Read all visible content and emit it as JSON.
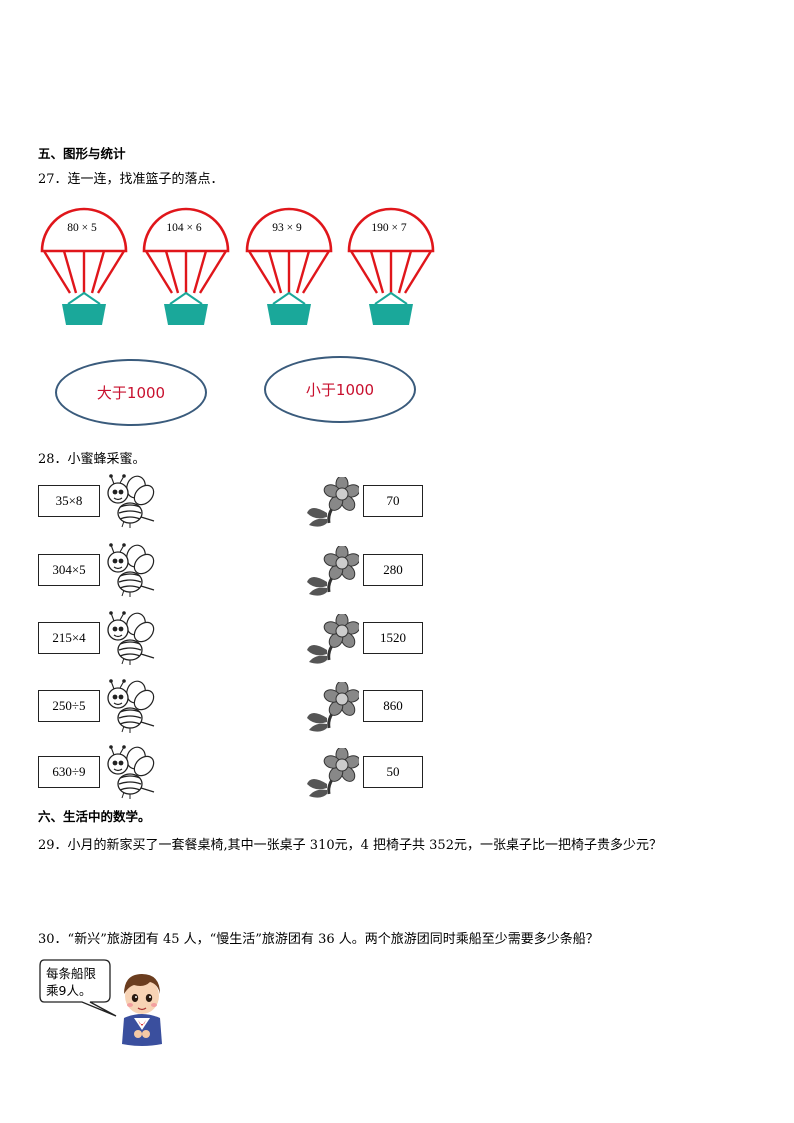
{
  "section5": {
    "title": "五、图形与统计"
  },
  "q27": {
    "text": "27．连一连，找准篮子的落点．",
    "parachutes": [
      "80 × 5",
      "104 × 6",
      "93 × 9",
      "190 × 7"
    ],
    "ovals": [
      "大于1000",
      "小于1000"
    ]
  },
  "q28": {
    "text": "28．小蜜蜂采蜜。",
    "bees": [
      "35×8",
      "304×5",
      "215×4",
      "250÷5",
      "630÷9"
    ],
    "flowers": [
      "70",
      "280",
      "1520",
      "860",
      "50"
    ]
  },
  "section6": {
    "title": "六、生活中的数学。"
  },
  "q29": {
    "text": "29．小月的新家买了一套餐桌椅,其中一张桌子 310元，4 把椅子共 352元，一张桌子比一把椅子贵多少元？"
  },
  "q30": {
    "text": "30．“新兴”旅游团有 45 人，“慢生活”旅游团有 36 人。两个旅游团同时乘船至少需要多少条船？",
    "bubble_line1": "每条船限",
    "bubble_line2": "乘9人。"
  },
  "colors": {
    "parachute": "#e0161b",
    "basket": "#1aa89a",
    "oval_border": "#3a5b7c",
    "oval_text": "#c8102e"
  }
}
